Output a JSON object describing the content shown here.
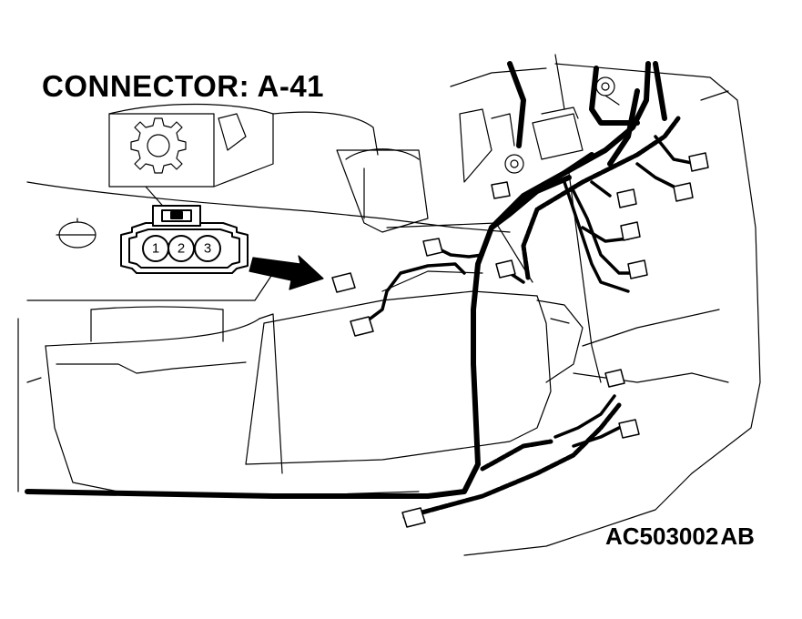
{
  "title": "CONNECTOR: A-41",
  "figure_code": "AC503002",
  "figure_suffix": "AB",
  "connector_pins": [
    "1",
    "2",
    "3"
  ]
}
